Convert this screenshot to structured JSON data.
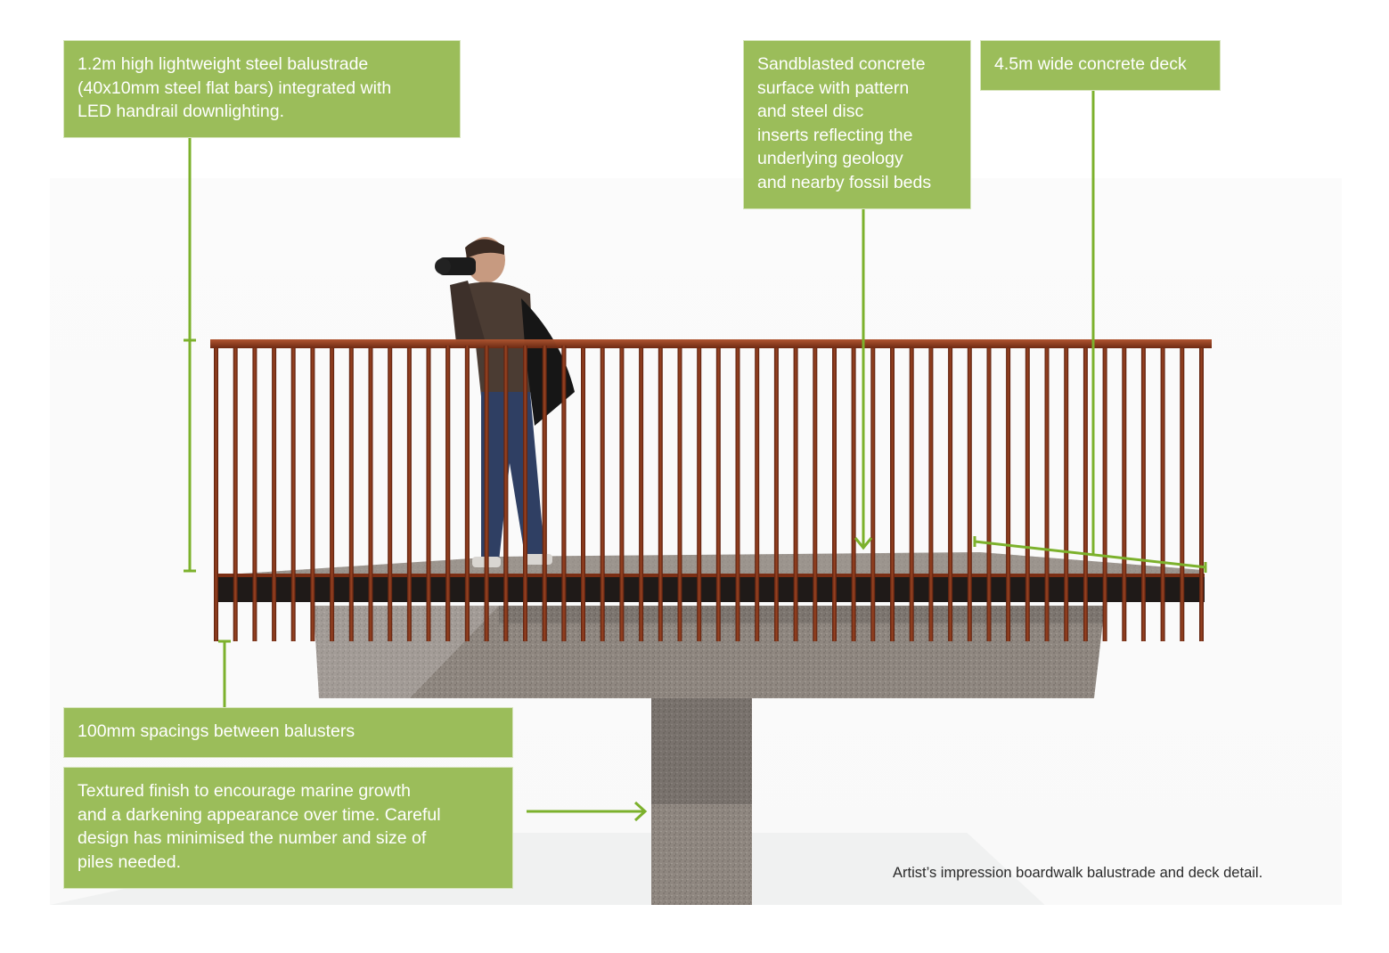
{
  "callouts": {
    "balustrade": "1.2m high lightweight steel balustrade\n(40x10mm steel flat bars) integrated with\nLED handrail downlighting.",
    "surface": "Sandblasted concrete\nsurface with pattern\nand steel disc\ninserts reflecting the\nunderlying geology\nand nearby fossil beds",
    "deck_width": "4.5m wide concrete deck",
    "spacing": "100mm spacings between balusters",
    "finish": "Textured finish to encourage marine growth\nand a darkening appearance over time. Careful\ndesign has minimised the number and size of\npiles needed."
  },
  "caption": "Artist’s impression boardwalk balustrade and deck detail.",
  "colors": {
    "label_green": "#9bbd5a",
    "leader_green": "#7cb12c",
    "rust_steel": "#8a3a1c",
    "concrete": "#8f8780"
  },
  "illustration": {
    "subject": "photographer with camera and shoulder bag standing on deck",
    "baluster_count": 52
  }
}
